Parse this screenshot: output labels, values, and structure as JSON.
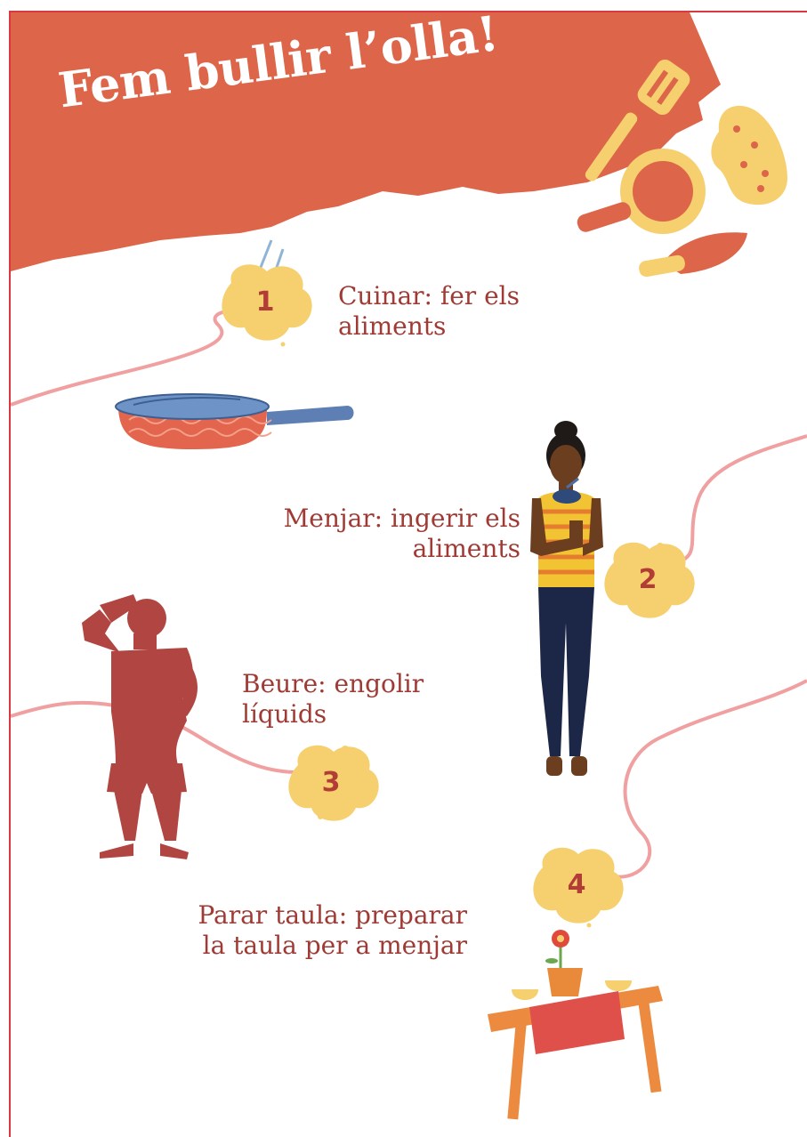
{
  "header": {
    "title": "Fem bullir l’olla!"
  },
  "colors": {
    "banner": "#dd6549",
    "frame": "#d8383f",
    "accent_yellow": "#f6d06e",
    "text": "#a03a34",
    "silhouette": "#b14541"
  },
  "steps": [
    {
      "number": "1",
      "text_lines": [
        "Cuinar: fer els",
        "aliments"
      ]
    },
    {
      "number": "2",
      "text_lines": [
        "Menjar: ingerir els",
        "aliments"
      ]
    },
    {
      "number": "3",
      "text_lines": [
        "Beure: engolir",
        "líquids"
      ]
    },
    {
      "number": "4",
      "text_lines": [
        "Parar taula: preparar",
        "la taula per a menjar"
      ]
    }
  ],
  "icons": [
    "kitchen-utensils-icon",
    "frying-pan-icon",
    "woman-eating-icon",
    "man-drinking-icon",
    "table-with-flower-icon"
  ]
}
